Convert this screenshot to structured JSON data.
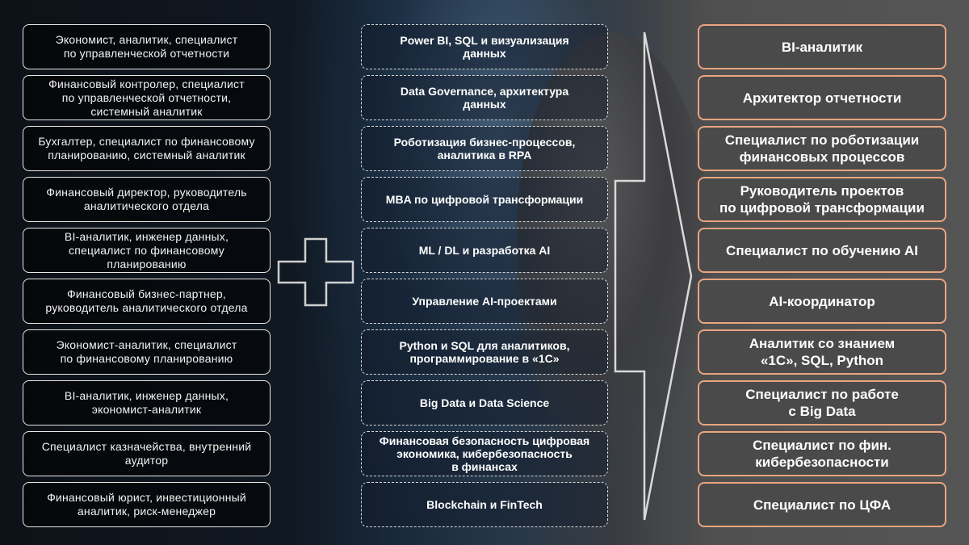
{
  "left_items": [
    "Экономист, аналитик,  специалист\nпо управленческой  отчетности",
    "Финансовый контролер, специалист\nпо управленческой отчетности,\nсистемный аналитик",
    "Бухгалтер, специалист  по финансовому\nпланированию,  системный аналитик",
    "Финансовый директор, руководитель\nаналитического  отдела",
    "BI-аналитик,  инженер данных,\nспециалист  по финансовому\nпланированию",
    "Финансовый  бизнес-партнер,\nруководитель  аналитического  отдела",
    "Экономист-аналитик,  специалист\nпо финансовому планированию",
    "BI-аналитик,  инженер данных,\nэкономист-аналитик",
    "Специалист  казначейства,  внутренний\nаудитор",
    "Финансовый юрист,  инвестиционный\nаналитик,  риск-менеджер"
  ],
  "middle_items": [
    "Power BI, SQL и визуализация\nданных",
    "Data Governance, архитектура\nданных",
    "Роботизация бизнес-процессов,\nаналитика в RPA",
    "MBA по цифровой трансформации",
    "ML / DL и разработка AI",
    "Управление AI-проектами",
    "Python и SQL для аналитиков,\nпрограммирование в «1С»",
    "Big Data и Data Science",
    "Финансовая безопасность цифровая\nэкономика, кибербезопасность\nв финансах",
    "Blockchain и FinTech"
  ],
  "right_items": [
    "BI-аналитик",
    "Архитектор отчетности",
    "Специалист по роботизации\nфинансовых процессов",
    "Руководитель проектов\nпо цифровой трансформации",
    "Специалист по обучению AI",
    "AI-координатор",
    "Аналитик со знанием\n«1С», SQL, Python",
    "Специалист по работе\nс Big Data",
    "Специалист по фин.\nкибербезопасности",
    "Специалист по ЦФА"
  ],
  "colors": {
    "right_border": "#e9a581",
    "right_fill": "#4a4a4a",
    "left_border": "#e8e8e8",
    "connector": "#d8d8d8"
  },
  "icons": [
    "plus-icon",
    "chevron-right-arrow-icon"
  ]
}
